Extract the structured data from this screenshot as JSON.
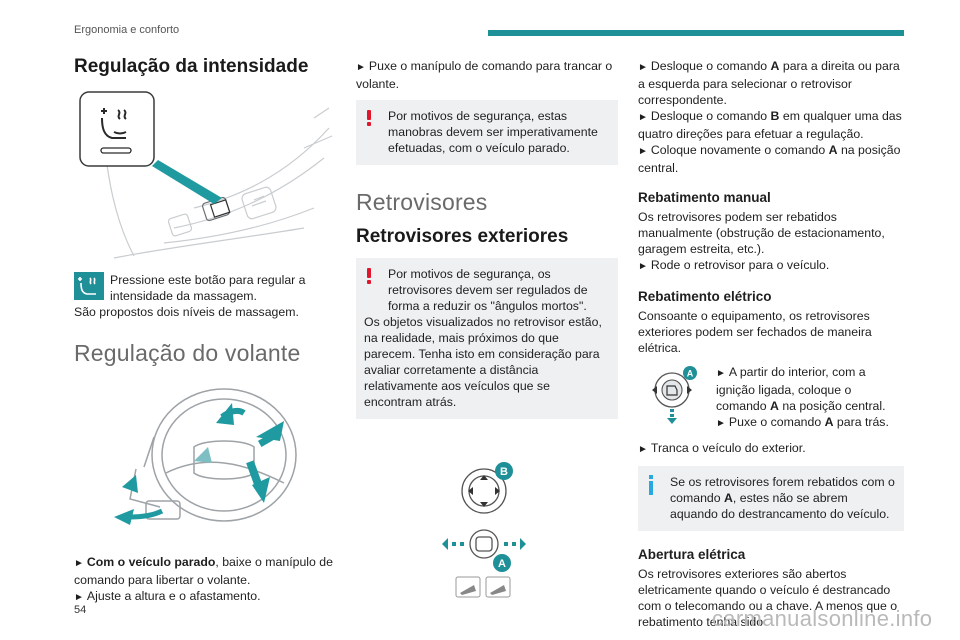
{
  "header": {
    "section": "Ergonomia e conforto",
    "accent_color": "#1f8f98"
  },
  "col1": {
    "title_intensity": "Regulação da intensidade",
    "massage_text_1": "Pressione este botão para regular a intensidade da massagem.",
    "massage_text_2": "São propostos dois níveis de massagem.",
    "title_steering": "Regulação do volante",
    "steer_bold": "Com o veículo parado",
    "steer_text_1": ", baixe o manípulo de comando para libertar o volante.",
    "steer_text_2": "Ajuste a altura e o afastamento."
  },
  "col2": {
    "lock_text": "Puxe o manípulo de comando para trancar o volante.",
    "warn_1": "Por motivos de segurança, estas manobras devem ser imperativamente efetuadas, com o veículo parado.",
    "title_mirrors": "Retrovisores",
    "title_ext_mirrors": "Retrovisores exteriores",
    "warn_2_a": "Por motivos de segurança, os retrovisores devem ser regulados de forma a reduzir os \"ângulos mortos\".",
    "warn_2_b": "Os objetos visualizados no retrovisor estão, na realidade, mais próximos do que parecem. Tenha isto em consideração para avaliar corretamente a distância relativamente aos veículos que se encontram atrás.",
    "label_b": "B",
    "label_a": "A"
  },
  "col3": {
    "step1_a": "Desloque o comando ",
    "step1_b": "A",
    "step1_c": " para a direita ou para a esquerda para selecionar o retrovisor correspondente.",
    "step2_a": "Desloque o comando ",
    "step2_b": "B",
    "step2_c": " em qualquer uma das quatro direções para efetuar a regulação.",
    "step3_a": "Coloque novamente o comando ",
    "step3_b": "A",
    "step3_c": " na posição central.",
    "title_manual": "Rebatimento manual",
    "manual_text": "Os retrovisores podem ser rebatidos manualmente (obstrução de estacionamento, garagem estreita, etc.).",
    "manual_step": "Rode o retrovisor para o veículo.",
    "title_electric_fold": "Rebatimento elétrico",
    "electric_text": "Consoante o equipamento, os retrovisores exteriores podem ser fechados de maneira elétrica.",
    "inside_1": "A partir do interior, com a ignição ligada, coloque o comando ",
    "inside_1b": "A",
    "inside_1c": " na posição central.",
    "inside_2a": "Puxe o comando ",
    "inside_2b": "A",
    "inside_2c": " para trás.",
    "lock_ext": "Tranca o veículo do exterior.",
    "info_text_a": "Se os retrovisores forem rebatidos com o comando ",
    "info_text_b": "A",
    "info_text_c": ", estes não se abrem aquando do destrancamento do veículo.",
    "title_electric_open": "Abertura elétrica",
    "open_text": "Os retrovisores exteriores são abertos eletricamente quando o veículo é destrancado com o telecomando ou a chave. A menos que o rebatimento tenha sido",
    "label_a": "A"
  },
  "footer": {
    "page_number": "54",
    "watermark": "carmanualsonline.info"
  },
  "icons": [
    "massage-seat-icon",
    "seat-illustration",
    "steering-wheel-illustration",
    "mirror-control-illustration",
    "mirror-fold-control-icon",
    "warning-icon",
    "info-icon",
    "triangle-bullet-icon"
  ]
}
